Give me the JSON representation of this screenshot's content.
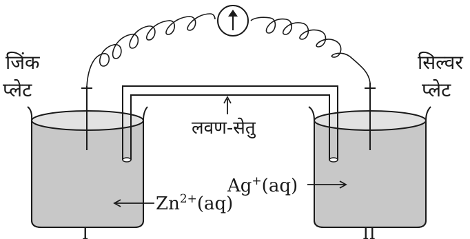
{
  "labels": {
    "left_plate_line1": "जिंक",
    "left_plate_line2": "प्लेट",
    "right_plate_line1": "सिल्वर",
    "right_plate_line2": "प्लेट",
    "salt_bridge": "लवण-सेतु",
    "zn_ion_base": "Zn",
    "zn_ion_sup": "2+",
    "zn_ion_suffix": "(aq)",
    "ag_ion_base": "Ag",
    "ag_ion_sup": "+",
    "ag_ion_suffix": "(aq)",
    "beaker_left": "I",
    "beaker_right": "II"
  },
  "meter_icon": "galvanometer-arrow-up",
  "colors": {
    "solution": "#c8c8c8",
    "stroke": "#1a1a1a",
    "background": "#ffffff"
  }
}
